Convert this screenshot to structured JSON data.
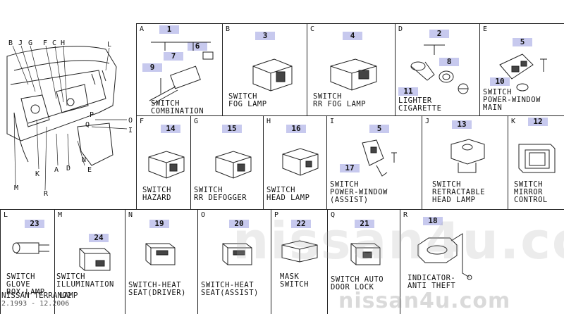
{
  "dashboard_letters": [
    "B",
    "J",
    "G",
    "F",
    "C",
    "H",
    "L",
    "P",
    "O",
    "I",
    "Q",
    "D",
    "A",
    "E",
    "N",
    "K",
    "R",
    "M"
  ],
  "panels": [
    {
      "letter": "A",
      "parts": [
        "1",
        "7",
        "6",
        "9"
      ],
      "label": "SWITCH\nCOMBINATION"
    },
    {
      "letter": "B",
      "parts": [
        "3"
      ],
      "label": "SWITCH\nFOG LAMP"
    },
    {
      "letter": "C",
      "parts": [
        "4"
      ],
      "label": "SWITCH\nRR FOG LAMP"
    },
    {
      "letter": "D",
      "parts": [
        "2",
        "8",
        "11"
      ],
      "label": "LIGHTER\nCIGARETTE"
    },
    {
      "letter": "E",
      "parts": [
        "5",
        "10"
      ],
      "label": "SWITCH\nPOWER-WINDOW\nMAIN"
    },
    {
      "letter": "F",
      "parts": [
        "14"
      ],
      "label": "SWITCH\nHAZARD"
    },
    {
      "letter": "G",
      "parts": [
        "15"
      ],
      "label": "SWITCH\nRR DEFOGGER"
    },
    {
      "letter": "H",
      "parts": [
        "16"
      ],
      "label": "SWITCH\nHEAD LAMP"
    },
    {
      "letter": "I",
      "parts": [
        "5",
        "17"
      ],
      "label": "SWITCH\nPOWER-WINDOW\n(ASSIST)"
    },
    {
      "letter": "J",
      "parts": [
        "13"
      ],
      "label": "SWITCH\nRETRACTABLE\nHEAD LAMP"
    },
    {
      "letter": "K",
      "parts": [
        "12"
      ],
      "label": "SWITCH\nMIRROR\nCONTROL"
    },
    {
      "letter": "L",
      "parts": [
        "23"
      ],
      "label": "SWITCH\nGLOVE\nBOX-LAMP"
    },
    {
      "letter": "M",
      "parts": [
        "24"
      ],
      "label": "SWITCH\nILLUMINATION"
    },
    {
      "letter": "N",
      "parts": [
        "19"
      ],
      "label": "SWITCH-HEAT\nSEAT(DRIVER)"
    },
    {
      "letter": "O",
      "parts": [
        "20"
      ],
      "label": "SWITCH-HEAT\nSEAT(ASSIST)"
    },
    {
      "letter": "P",
      "parts": [
        "22"
      ],
      "label": "MASK\nSWITCH"
    },
    {
      "letter": "Q",
      "parts": [
        "21"
      ],
      "label": "SWITCH AUTO\nDOOR LOCK"
    },
    {
      "letter": "R",
      "parts": [
        "18"
      ],
      "label": "INDICATOR-\nANTI THEFT"
    }
  ],
  "overlay": {
    "model": "NISSAN TERRANO2",
    "dates": "2.1993 - 12.2006",
    "overlap_text": "LAMP",
    "watermark": "nissan4u.com"
  },
  "colors": {
    "badge": "#c7c9ee",
    "line": "#222222",
    "watermark": "#969696"
  }
}
